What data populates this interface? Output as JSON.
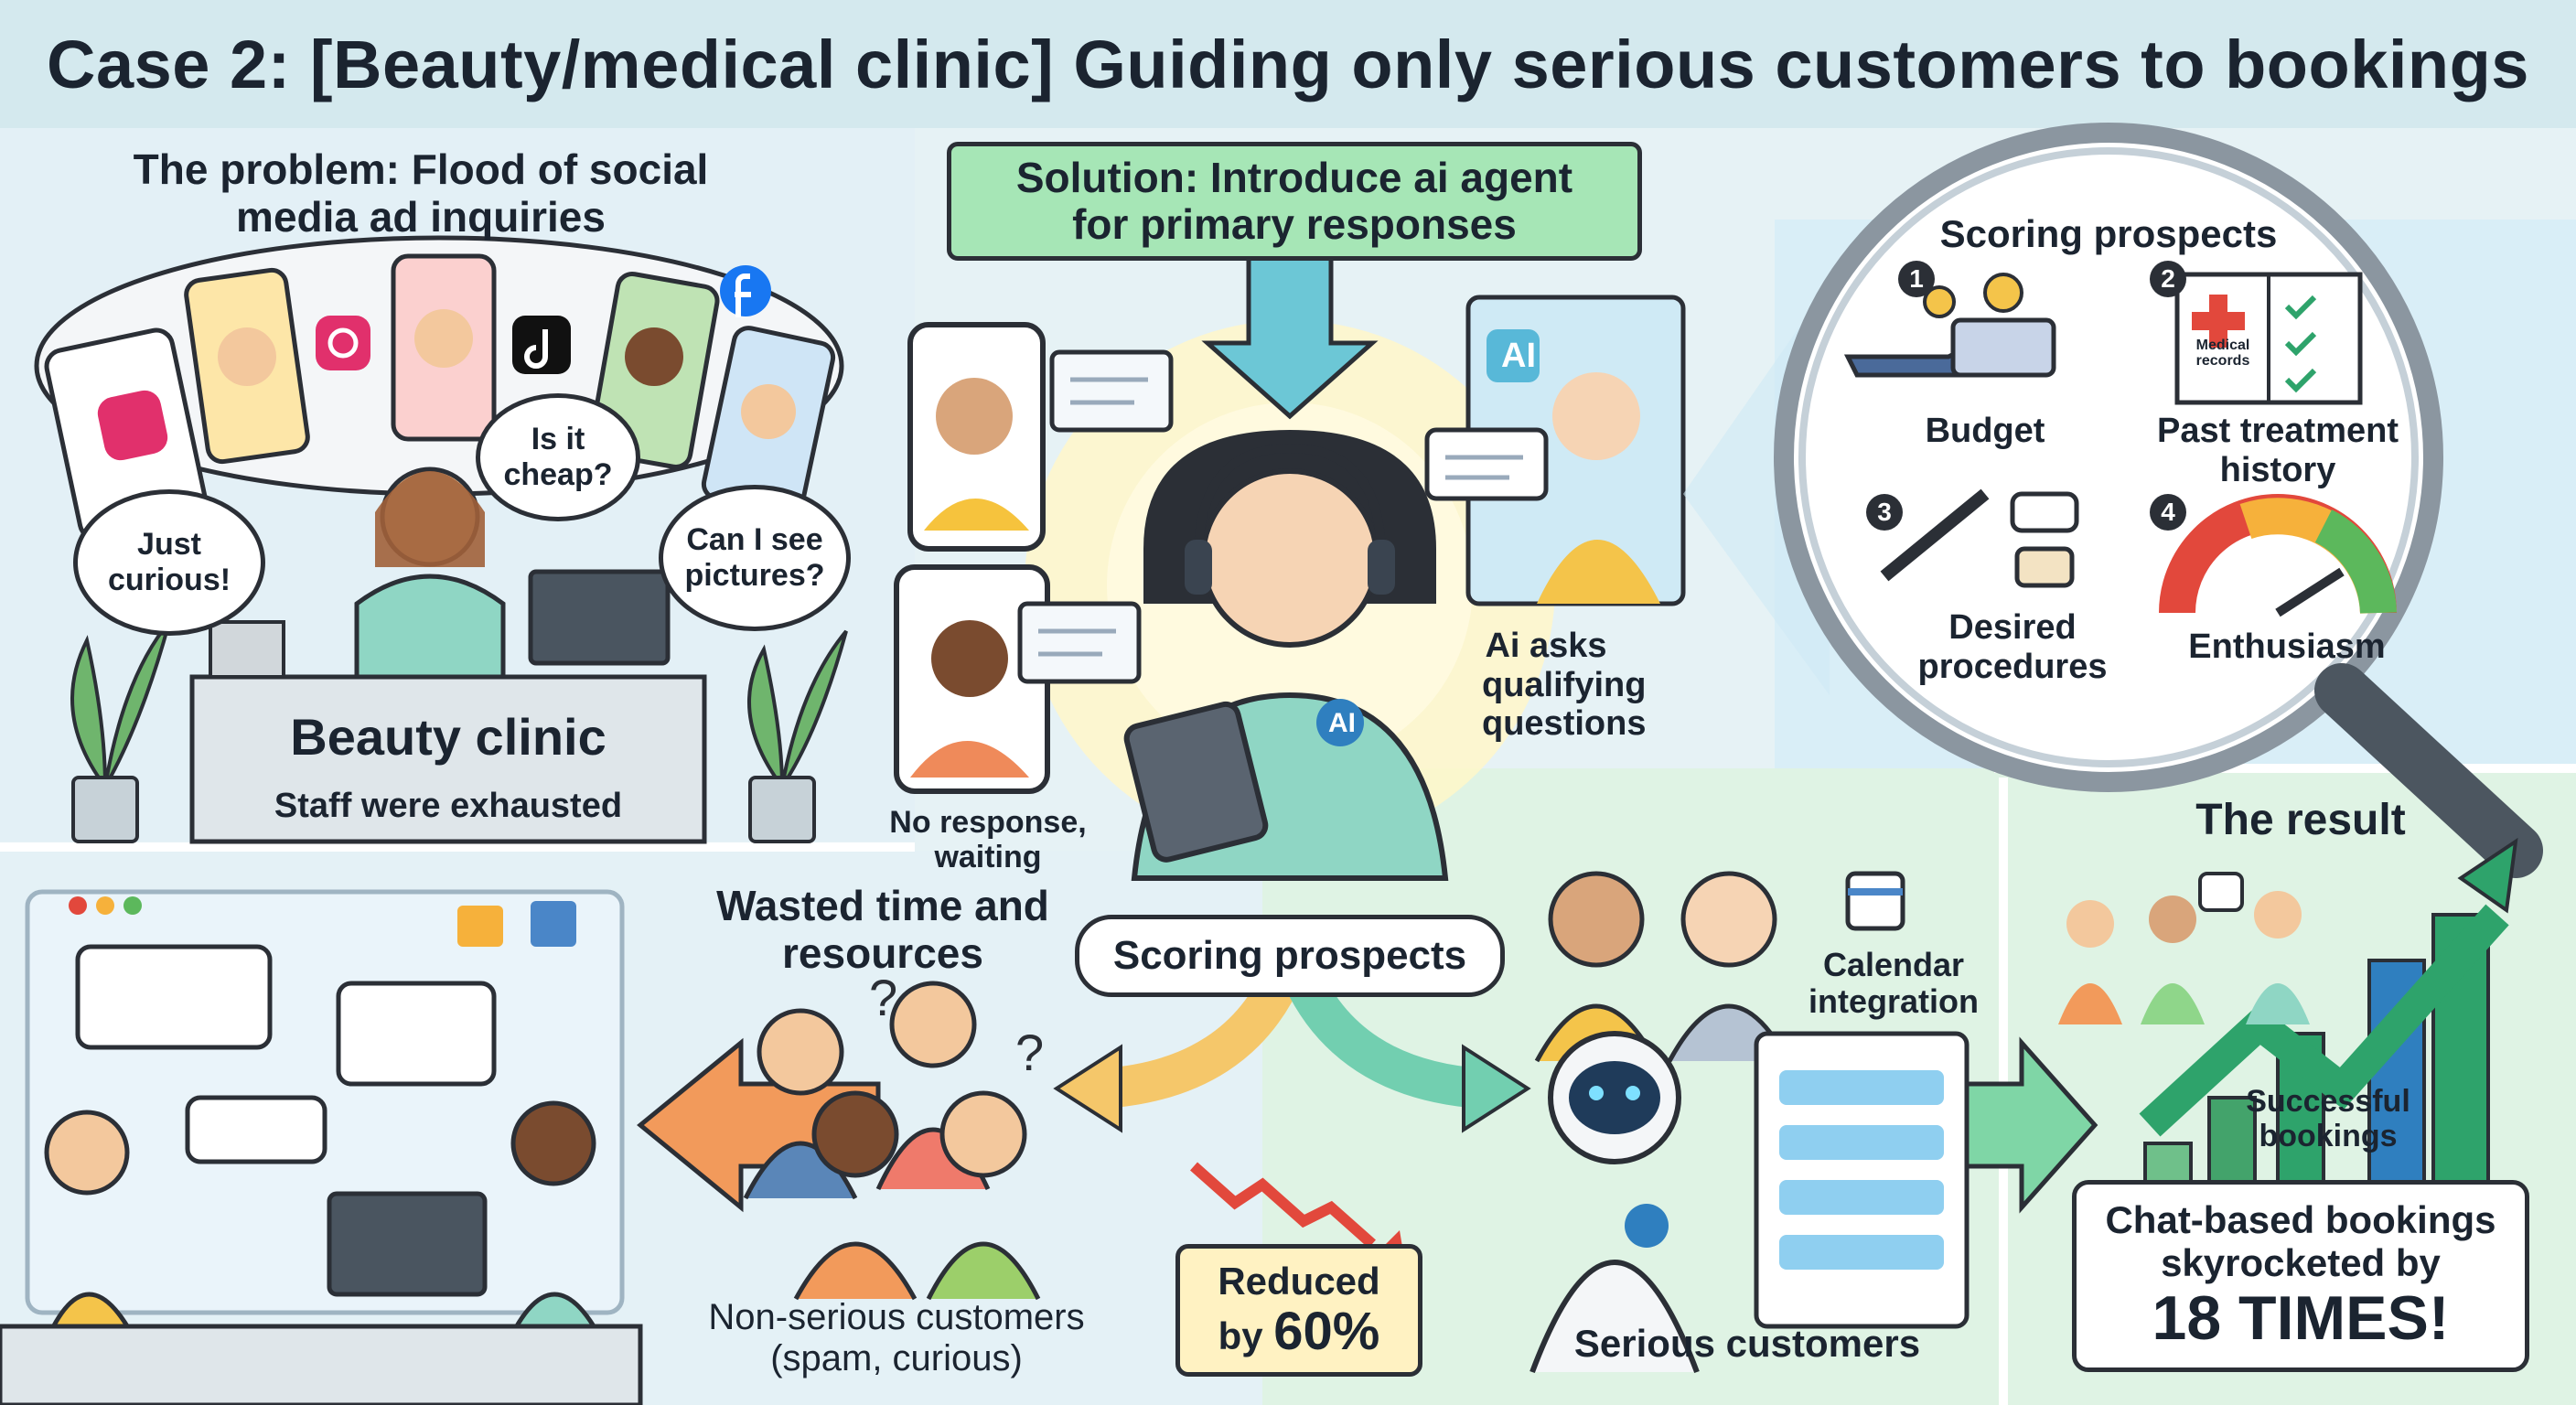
{
  "title": "Case 2: [Beauty/medical clinic] Guiding only serious customers to bookings",
  "problem": {
    "heading_line1": "The problem: Flood of social",
    "heading_line2": "media ad inquiries",
    "bubble_curious_1": "Just",
    "bubble_curious_2": "curious!",
    "bubble_cheap_1": "Is it",
    "bubble_cheap_2": "cheap?",
    "bubble_pictures_1": "Can I see",
    "bubble_pictures_2": "pictures?",
    "clinic_sign": "Beauty clinic",
    "clinic_caption": "Staff were exhausted"
  },
  "solution": {
    "heading_line1": "Solution: Introduce ai agent",
    "heading_line2": "for primary responses",
    "no_response_1": "No response,",
    "no_response_2": "waiting",
    "ai_asks_1": "Ai asks",
    "ai_asks_2": "qualifying",
    "ai_asks_3": "questions",
    "scoring_badge": "Scoring prospects",
    "ai_badge": "AI"
  },
  "scoring": {
    "heading": "Scoring prospects",
    "items": [
      {
        "number": "1",
        "label_1": "Budget",
        "label_2": ""
      },
      {
        "number": "2",
        "label_1": "Past treatment",
        "label_2": "history"
      },
      {
        "number": "3",
        "label_1": "Desired",
        "label_2": "procedures"
      },
      {
        "number": "4",
        "label_1": "Enthusiasm",
        "label_2": ""
      }
    ],
    "medical_records_1": "Medical",
    "medical_records_2": "records"
  },
  "wasted": {
    "heading_line1": "Wasted time and",
    "heading_line2": "resources",
    "caption_line1": "Non-serious customers",
    "caption_line2": "(spam, curious)",
    "reduced_line1": "Reduced",
    "reduced_prefix": "by ",
    "reduced_value": "60%"
  },
  "serious": {
    "calendar_line1": "Calendar",
    "calendar_line2": "integration",
    "caption": "Serious customers"
  },
  "result": {
    "heading": "The result",
    "successful_1": "Successful",
    "successful_2": "bookings",
    "summary_line1": "Chat-based bookings",
    "summary_line2": "skyrocketed by",
    "summary_value": "18 TIMES!"
  },
  "colors": {
    "accent_green": "#7fd6a6",
    "accent_orange": "#f29a5b",
    "accent_teal": "#5bc0b6",
    "scrub_green": "#8fd6c4",
    "result_green": "#2ea36b"
  },
  "icons": [
    "instagram-icon",
    "tiktok-icon",
    "facebook-icon",
    "magnifier-icon",
    "gauge-icon",
    "calendar-icon",
    "robot-icon",
    "growth-arrow-icon",
    "mail-icon"
  ]
}
